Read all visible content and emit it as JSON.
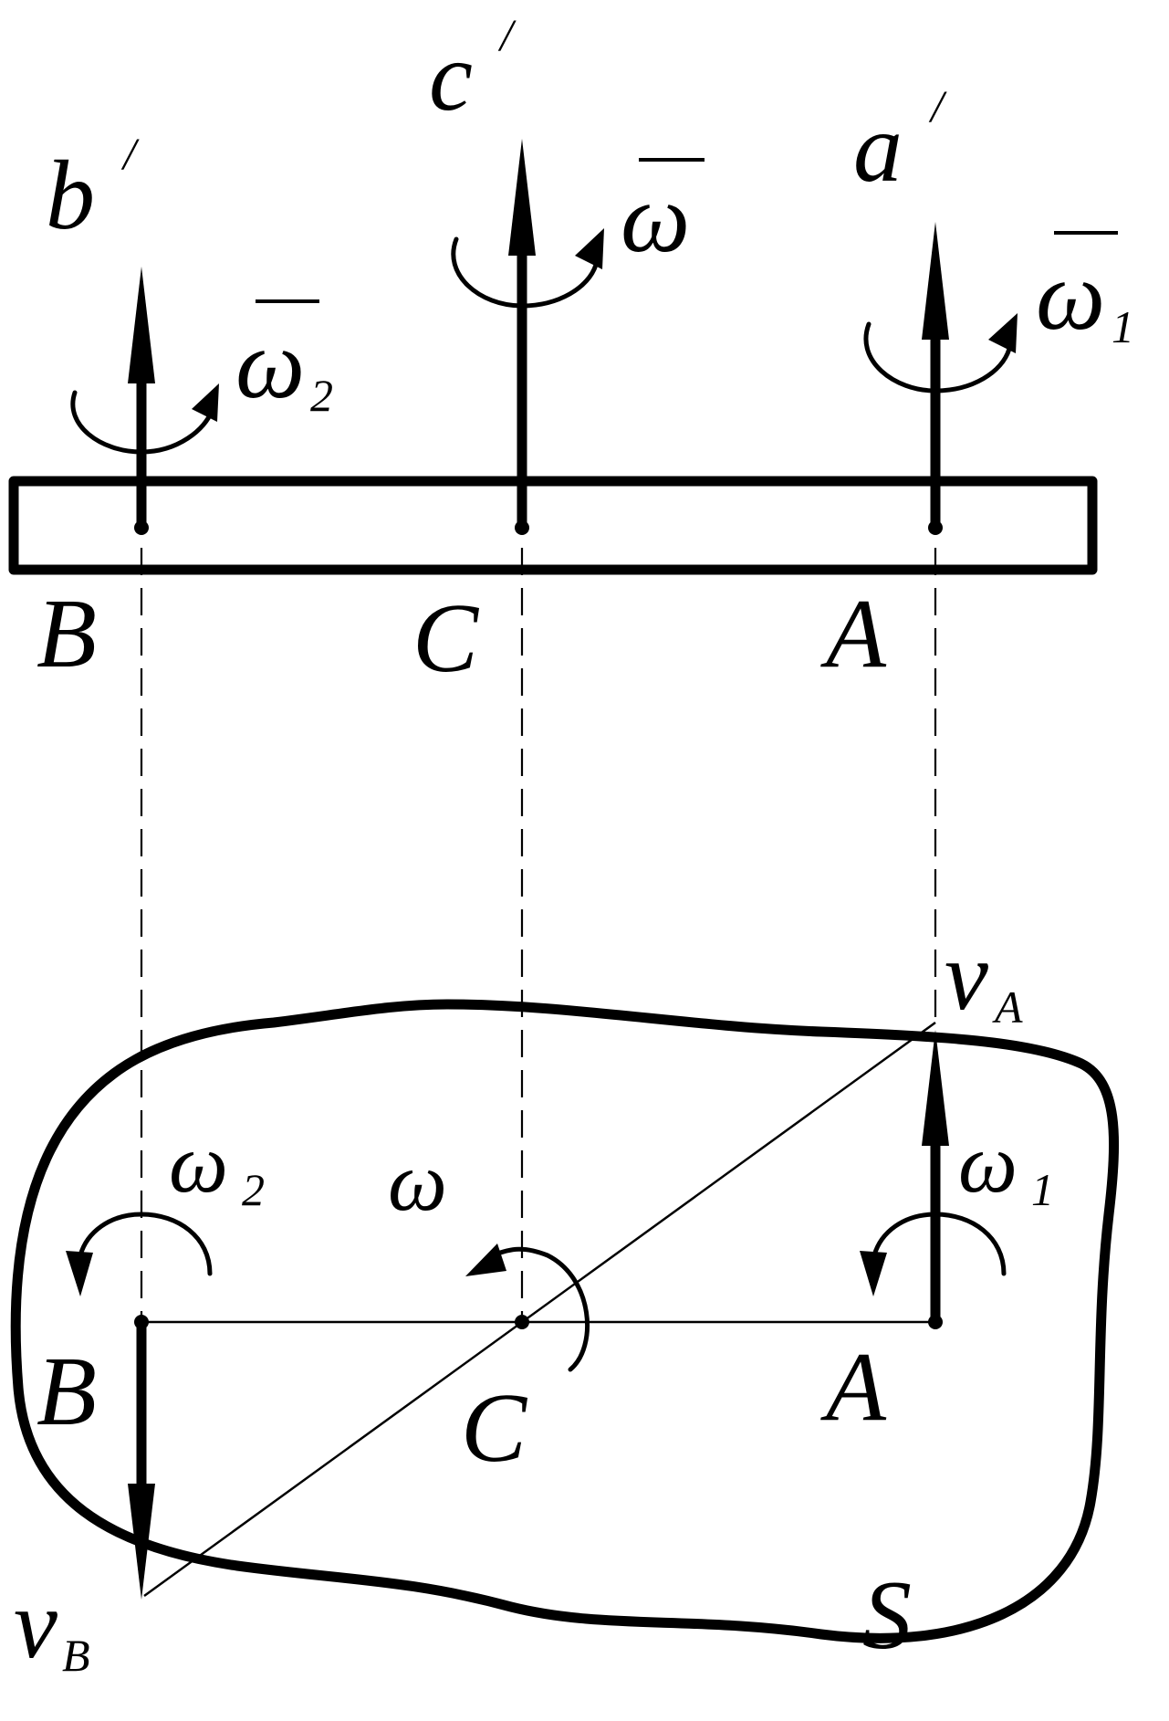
{
  "upper_view": {
    "axis_b_label": "b",
    "axis_c_label": "c",
    "axis_a_label": "a",
    "prime": "/",
    "omega_label": "ω",
    "omega_1_label": "ω",
    "omega_1_sub": "1",
    "omega_2_label": "ω",
    "omega_2_sub": "2",
    "point_b_label": "B",
    "point_c_label": "C",
    "point_a_label": "A"
  },
  "lower_view": {
    "omega_label": "ω",
    "omega_1_label": "ω",
    "omega_1_sub": "1",
    "omega_2_label": "ω",
    "omega_2_sub": "2",
    "point_b_label": "B",
    "point_c_label": "C",
    "point_a_label": "A",
    "v_a_label": "v",
    "v_a_sub": "A",
    "v_b_label": "v",
    "v_b_sub": "B",
    "plane_label": "S"
  }
}
